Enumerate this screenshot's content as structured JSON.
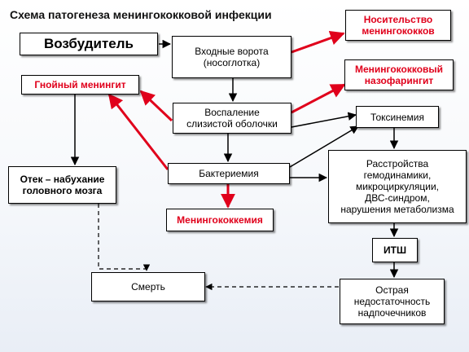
{
  "title": "Схема патогенеза менингококковой инфекции",
  "nodes": {
    "pathogen": "Возбудитель",
    "entry_gate": "Входные ворота\n(носоглотка)",
    "carriage": "Носительство\nменингококков",
    "nasopharyngitis": "Менингококковый\nназофарингит",
    "purulent_meningitis": "Гнойный  менингит",
    "mucosa_inflammation": "Воспаление\nслизистой оболочки",
    "toxinemia": "Токсинемия",
    "brain_edema": "Отек – набухание\nголовного мозга",
    "bacteremia": "Бактериемия",
    "disorders": "Расстройства\nгемодинамики,\nмикроциркуляции,\nДВС-синдром,\nнарушения метаболизма",
    "meningococcemia": "Менингококкемия",
    "itsh": "ИТШ",
    "death": "Смерть",
    "adrenal_insufficiency": "Острая\nнедостаточность\nнадпочечников"
  },
  "colors": {
    "red": "#e0001b",
    "black": "#000000",
    "box_fill": "#ffffff"
  }
}
